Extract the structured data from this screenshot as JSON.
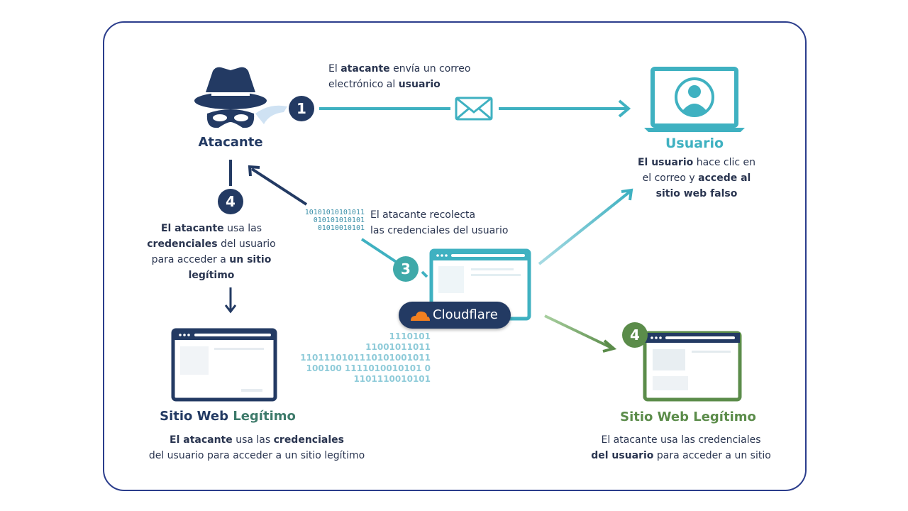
{
  "colors": {
    "navy": "#233a63",
    "teal": "#3fb1c1",
    "green": "#5b8c4a",
    "orange": "#f38020",
    "frame": "#2b3d8c"
  },
  "icons": [
    "spy-hat-icon",
    "envelope-icon",
    "laptop-user-icon",
    "browser-window-icon",
    "cloud-icon",
    "arrow-icon"
  ],
  "step1": {
    "badge": "1",
    "parts": [
      "El ",
      "atacante",
      " envía un correo",
      "electrónico al ",
      "usuario"
    ]
  },
  "attacker": {
    "label": "Atacante"
  },
  "user": {
    "label": "Usuario",
    "parts": [
      "El usuario",
      " hace clic en",
      "el correo y ",
      "accede al",
      "sitio web falso"
    ]
  },
  "step4_left": {
    "badge": "4",
    "parts": [
      "El atacante",
      " usa las",
      "credenciales",
      " del usuario",
      "para acceder a ",
      "un sitio",
      "legítimo"
    ]
  },
  "step3": {
    "badge": "3",
    "binary": "10101010101011\n010101010101\n01010010101",
    "lines": [
      "El atacante recolecta",
      "las credenciales del usuario"
    ]
  },
  "cloudflare": {
    "label": "Cloudflare"
  },
  "binary_stream": "1110101\n11001011011\n1101110101110101001011\n100100 1111010010101 0\n1101110010101",
  "legit_left": {
    "title_a": "Sitio Web ",
    "title_b": "Legítimo",
    "parts": [
      "El atacante",
      " usa las ",
      "credenciales",
      "del usuario para acceder a un sitio legítimo"
    ]
  },
  "step4_right": {
    "badge": "4"
  },
  "legit_right": {
    "title": "Sitio Web Legítimo",
    "parts": [
      "El atacante usa las credenciales",
      "del usuario",
      " para acceder a un sitio"
    ]
  }
}
